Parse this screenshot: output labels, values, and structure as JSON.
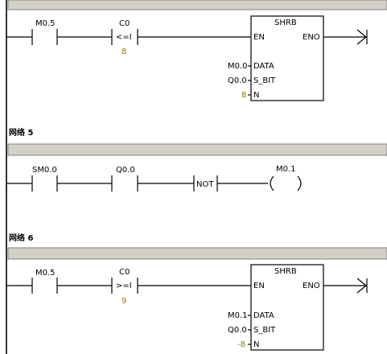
{
  "networks": [
    {
      "title": "",
      "contact1": "M0.5",
      "compare_label": "C0",
      "compare_op": "<=I",
      "compare_value": "8",
      "block": {
        "name": "SHRB",
        "en": "EN",
        "eno": "ENO",
        "data_label": "DATA",
        "data_value": "M0.0",
        "sbit_label": "S_BIT",
        "sbit_value": "Q0.0",
        "n_label": "N",
        "n_value": "8"
      }
    },
    {
      "title": "网络 5",
      "contact1": "SM0.0",
      "contact2": "Q0.0",
      "not_label": "NOT",
      "coil_label": "M0.1"
    },
    {
      "title": "网络 6",
      "contact1": "M0.5",
      "compare_label": "C0",
      "compare_op": ">=I",
      "compare_value": "9",
      "block": {
        "name": "SHRB",
        "en": "EN",
        "eno": "ENO",
        "data_label": "DATA",
        "data_value": "M0.1",
        "sbit_label": "S_BIT",
        "sbit_value": "Q0.0",
        "n_label": "N",
        "n_value": "-8"
      }
    }
  ],
  "colors": {
    "operand": "#8a7a00",
    "bar": "#d4d0c8"
  }
}
